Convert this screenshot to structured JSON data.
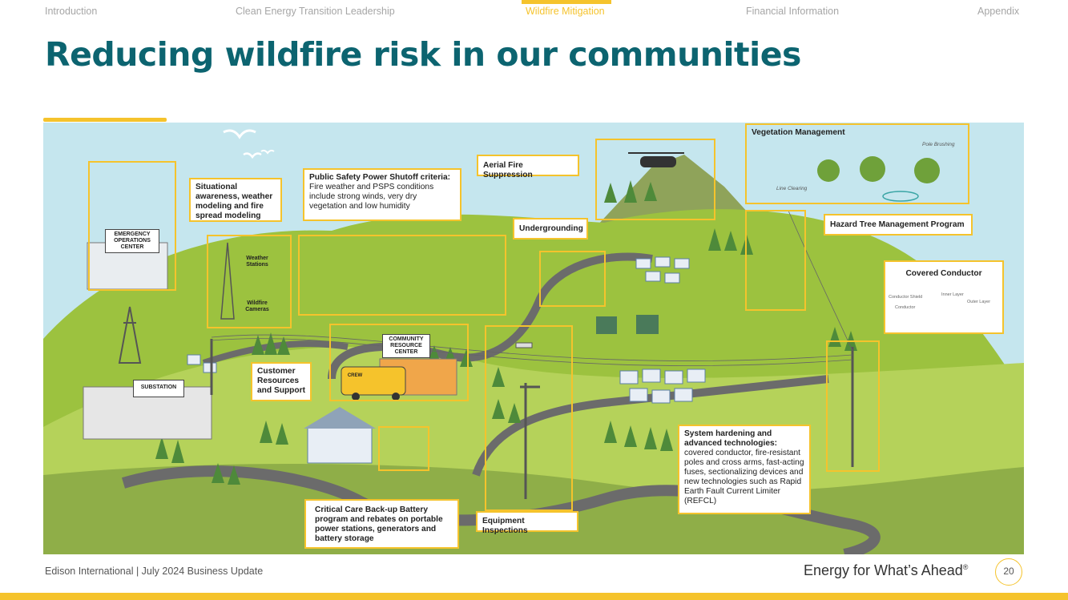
{
  "nav": {
    "items": [
      "Introduction",
      "Clean Energy Transition Leadership",
      "Wildfire Mitigation",
      "Financial Information",
      "Appendix"
    ],
    "active": "Wildfire Mitigation"
  },
  "title": "Reducing wildfire risk in our communities",
  "callouts": {
    "situational": "Situational awareness, weather modeling and fire spread modeling",
    "psps_title": "Public Safety Power Shutoff criteria:",
    "psps_body": "Fire weather and PSPS conditions include strong winds, very dry vegetation and low humidity",
    "aerial": "Aerial Fire Suppression",
    "undergrounding": "Undergrounding",
    "vegetation": "Vegetation Management",
    "hazard_tree": "Hazard Tree Management Program",
    "covered_conductor": "Covered Conductor",
    "customer": "Customer Resources and Support",
    "critical_care": "Critical Care Back-up Battery program and rebates on portable power stations, generators and battery storage",
    "equipment": "Equipment Inspections",
    "system_title": "System hardening and advanced technologies:",
    "system_body": "covered conductor, fire-resistant poles and cross arms, fast-acting fuses, sectionalizing devices and new technologies such as Rapid Earth Fault Current Limiter (REFCL)"
  },
  "labels": {
    "eoc": "EMERGENCY OPERATIONS CENTER",
    "weather_stations": "Weather Stations",
    "wildfire_cameras": "Wildfire Cameras",
    "community_center": "COMMUNITY RESOURCE CENTER",
    "substation": "SUBSTATION",
    "pole_brushing": "Pole Brushing",
    "line_clearing": "Line Clearing",
    "conductor_shield": "Conductor Shield",
    "conductor": "Conductor",
    "inner_layer": "Inner Layer",
    "outer_layer": "Outer Layer",
    "crew": "CREW"
  },
  "footer": {
    "left": "Edison International |  July 2024 Business Update",
    "tagline": "Energy for What’s Ahead",
    "reg": "®",
    "page": "20"
  },
  "colors": {
    "accent": "#f5c32c",
    "title": "#0c6470",
    "sky": "#bfe3ec",
    "hill": "#9cc23f",
    "road": "#6b6b6b"
  }
}
